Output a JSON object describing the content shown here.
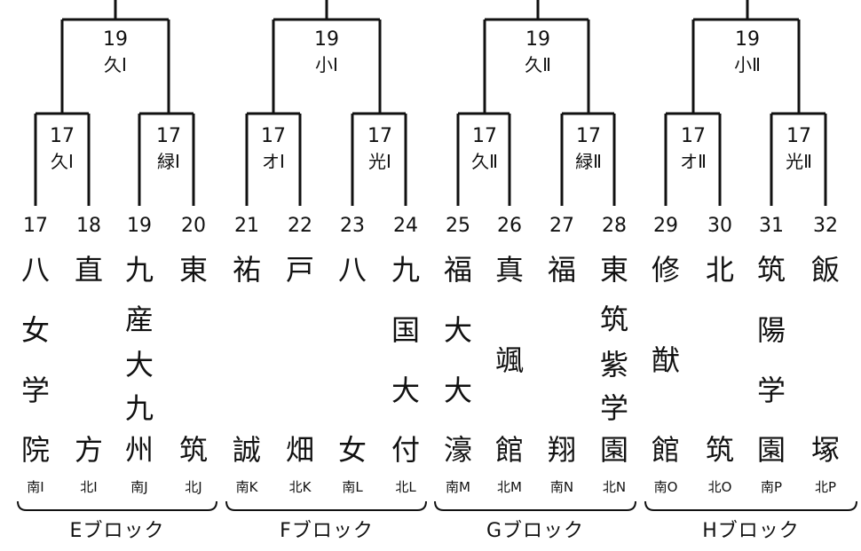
{
  "top_matches": [
    {
      "number": "19",
      "code": "久Ⅰ"
    },
    {
      "number": "19",
      "code": "小Ⅰ"
    },
    {
      "number": "19",
      "code": "久Ⅱ"
    },
    {
      "number": "19",
      "code": "小Ⅱ"
    }
  ],
  "sub_matches": [
    {
      "number": "17",
      "code": "久Ⅰ"
    },
    {
      "number": "17",
      "code": "緑Ⅰ"
    },
    {
      "number": "17",
      "code": "オⅠ"
    },
    {
      "number": "17",
      "code": "光Ⅰ"
    },
    {
      "number": "17",
      "code": "久Ⅱ"
    },
    {
      "number": "17",
      "code": "緑Ⅱ"
    },
    {
      "number": "17",
      "code": "オⅡ"
    },
    {
      "number": "17",
      "code": "光Ⅱ"
    }
  ],
  "teams": [
    {
      "seed": "17",
      "chars": [
        "八",
        "女",
        "学",
        "院"
      ],
      "region": "南Ⅰ"
    },
    {
      "seed": "18",
      "chars": [
        "直",
        "方"
      ],
      "region": "北Ⅰ"
    },
    {
      "seed": "19",
      "chars": [
        "九",
        "産",
        "大",
        "九",
        "州"
      ],
      "region": "南J"
    },
    {
      "seed": "20",
      "chars": [
        "東",
        "筑"
      ],
      "region": "北J"
    },
    {
      "seed": "21",
      "chars": [
        "祐",
        "誠"
      ],
      "region": "南K"
    },
    {
      "seed": "22",
      "chars": [
        "戸",
        "畑"
      ],
      "region": "北K"
    },
    {
      "seed": "23",
      "chars": [
        "八",
        "女"
      ],
      "region": "南L"
    },
    {
      "seed": "24",
      "chars": [
        "九",
        "国",
        "大",
        "付"
      ],
      "region": "北L"
    },
    {
      "seed": "25",
      "chars": [
        "福",
        "大",
        "大",
        "濠"
      ],
      "region": "南M"
    },
    {
      "seed": "26",
      "chars": [
        "真",
        "颯",
        "館"
      ],
      "region": "北M"
    },
    {
      "seed": "27",
      "chars": [
        "福",
        "翔"
      ],
      "region": "南N"
    },
    {
      "seed": "28",
      "chars": [
        "東",
        "筑",
        "紫",
        "学",
        "園"
      ],
      "region": "北N"
    },
    {
      "seed": "29",
      "chars": [
        "修",
        "猷",
        "館"
      ],
      "region": "南O"
    },
    {
      "seed": "30",
      "chars": [
        "北",
        "筑"
      ],
      "region": "北O"
    },
    {
      "seed": "31",
      "chars": [
        "筑",
        "陽",
        "学",
        "園"
      ],
      "region": "南P"
    },
    {
      "seed": "32",
      "chars": [
        "飯",
        "塚"
      ],
      "region": "北P"
    }
  ],
  "blocks": [
    {
      "label": "Eブロック"
    },
    {
      "label": "Fブロック"
    },
    {
      "label": "Gブロック"
    },
    {
      "label": "Hブロック"
    }
  ]
}
